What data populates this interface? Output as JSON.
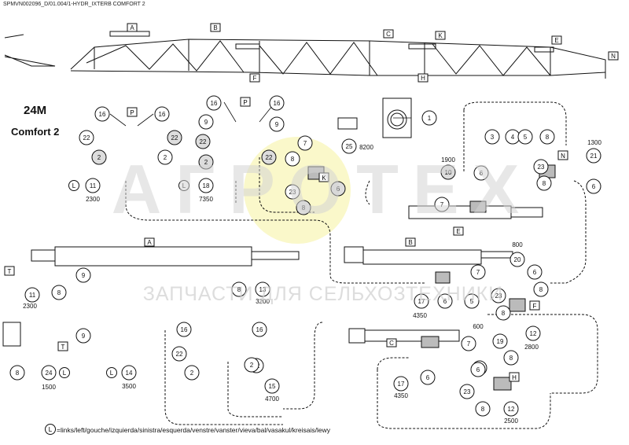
{
  "header": {
    "code": "SPMVN002096_D/01.004/1-HYDR_IXTERB COMFORT 2"
  },
  "title": {
    "size": "24M",
    "variant": "Comfort 2"
  },
  "watermark": {
    "logo_text": "АГРОТЕХ",
    "subtitle": "ЗАПЧАСТИ ДЛЯ СЕЛЬХОЗТЕХНИКИ"
  },
  "legend": {
    "key": "L",
    "text": "=links/left/gouche/izquierda/sinistra/esquerda/venstre/vanster/vieva/bal/vasakul/kreisais/lewy"
  },
  "boom_labels": [
    "A",
    "B",
    "C",
    "K",
    "E",
    "N",
    "F",
    "H"
  ],
  "callouts": [
    {
      "n": "1"
    },
    {
      "n": "16"
    },
    {
      "n": "16"
    },
    {
      "n": "22"
    },
    {
      "n": "22"
    },
    {
      "n": "2"
    },
    {
      "n": "2"
    },
    {
      "n": "11"
    },
    {
      "n": "16"
    },
    {
      "n": "16"
    },
    {
      "n": "9"
    },
    {
      "n": "9"
    },
    {
      "n": "22"
    },
    {
      "n": "22"
    },
    {
      "n": "2"
    },
    {
      "n": "18"
    },
    {
      "n": "7"
    },
    {
      "n": "25"
    },
    {
      "n": "8"
    },
    {
      "n": "23"
    },
    {
      "n": "6"
    },
    {
      "n": "8"
    },
    {
      "n": "3"
    },
    {
      "n": "4"
    },
    {
      "n": "5"
    },
    {
      "n": "8"
    },
    {
      "n": "21"
    },
    {
      "n": "23"
    },
    {
      "n": "8"
    },
    {
      "n": "6"
    },
    {
      "n": "10"
    },
    {
      "n": "7"
    },
    {
      "n": "6"
    },
    {
      "n": "9"
    },
    {
      "n": "11"
    },
    {
      "n": "8"
    },
    {
      "n": "8"
    },
    {
      "n": "13"
    },
    {
      "n": "20"
    },
    {
      "n": "7"
    },
    {
      "n": "6"
    },
    {
      "n": "8"
    },
    {
      "n": "23"
    },
    {
      "n": "17"
    },
    {
      "n": "6"
    },
    {
      "n": "5"
    },
    {
      "n": "8"
    },
    {
      "n": "12"
    },
    {
      "n": "9"
    },
    {
      "n": "8"
    },
    {
      "n": "24"
    },
    {
      "n": "16"
    },
    {
      "n": "16"
    },
    {
      "n": "22"
    },
    {
      "n": "22"
    },
    {
      "n": "2"
    },
    {
      "n": "2"
    },
    {
      "n": "15"
    },
    {
      "n": "14"
    },
    {
      "n": "7"
    },
    {
      "n": "19"
    },
    {
      "n": "8"
    },
    {
      "n": "8"
    },
    {
      "n": "17"
    },
    {
      "n": "6"
    },
    {
      "n": "6"
    },
    {
      "n": "23"
    },
    {
      "n": "8"
    },
    {
      "n": "12"
    }
  ],
  "tags": [
    "P",
    "P",
    "T",
    "T",
    "L",
    "L",
    "L",
    "L",
    "L",
    "K",
    "N",
    "F",
    "H"
  ],
  "dimensions": [
    "2300",
    "7350",
    "8200",
    "1900",
    "1300",
    "800",
    "2300",
    "3200",
    "4350",
    "600",
    "2800",
    "1500",
    "3500",
    "4700",
    "4350",
    "2500"
  ],
  "part_labels": [
    "A",
    "B",
    "C",
    "E"
  ]
}
